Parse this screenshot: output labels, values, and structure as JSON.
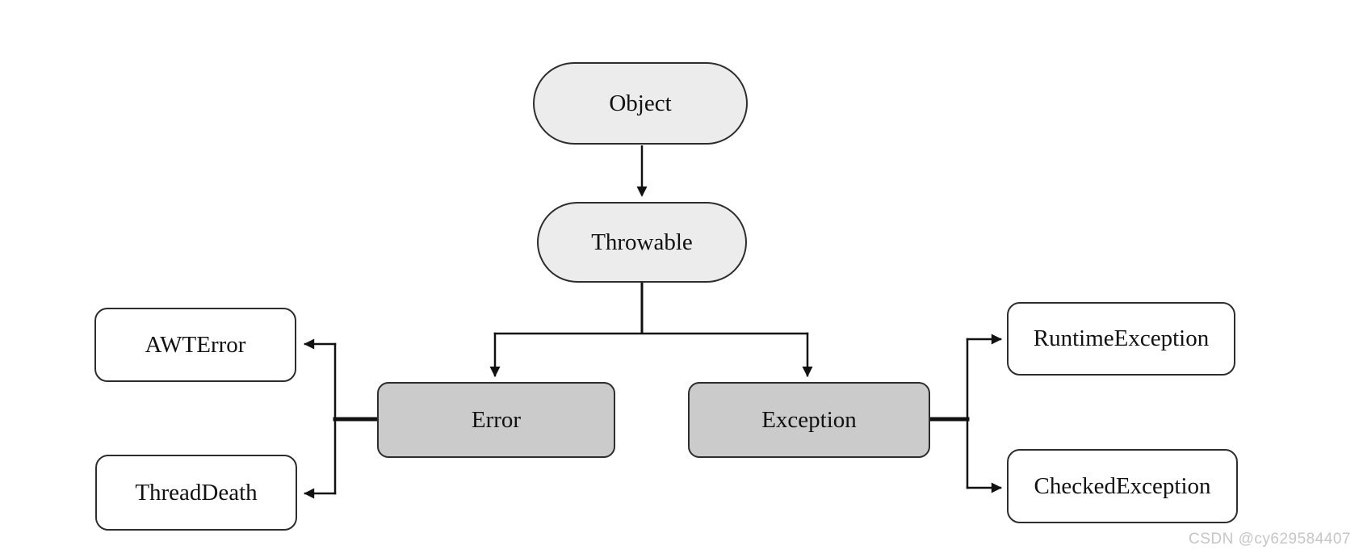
{
  "colors": {
    "pill_fill": "#ececec",
    "branch_fill": "#cbcbcb",
    "leaf_fill": "#ffffff",
    "border": "#2d2d2d",
    "line": "#111111",
    "text": "#111111",
    "watermark": "#c6c6c6",
    "page_bg": "#ffffff"
  },
  "nodes": {
    "object": {
      "label": "Object"
    },
    "throwable": {
      "label": "Throwable"
    },
    "error": {
      "label": "Error"
    },
    "exception": {
      "label": "Exception"
    },
    "awterror": {
      "label": "AWTError"
    },
    "threaddeath": {
      "label": "ThreadDeath"
    },
    "runtimeexception": {
      "label": "RuntimeException"
    },
    "checkedexception": {
      "label": "CheckedException"
    }
  },
  "edges": [
    {
      "from": "object",
      "to": "throwable"
    },
    {
      "from": "throwable",
      "to": "error"
    },
    {
      "from": "throwable",
      "to": "exception"
    },
    {
      "from": "error",
      "to": "awterror"
    },
    {
      "from": "error",
      "to": "threaddeath"
    },
    {
      "from": "exception",
      "to": "runtimeexception"
    },
    {
      "from": "exception",
      "to": "checkedexception"
    }
  ],
  "watermark": {
    "text": "CSDN @cy629584407"
  }
}
